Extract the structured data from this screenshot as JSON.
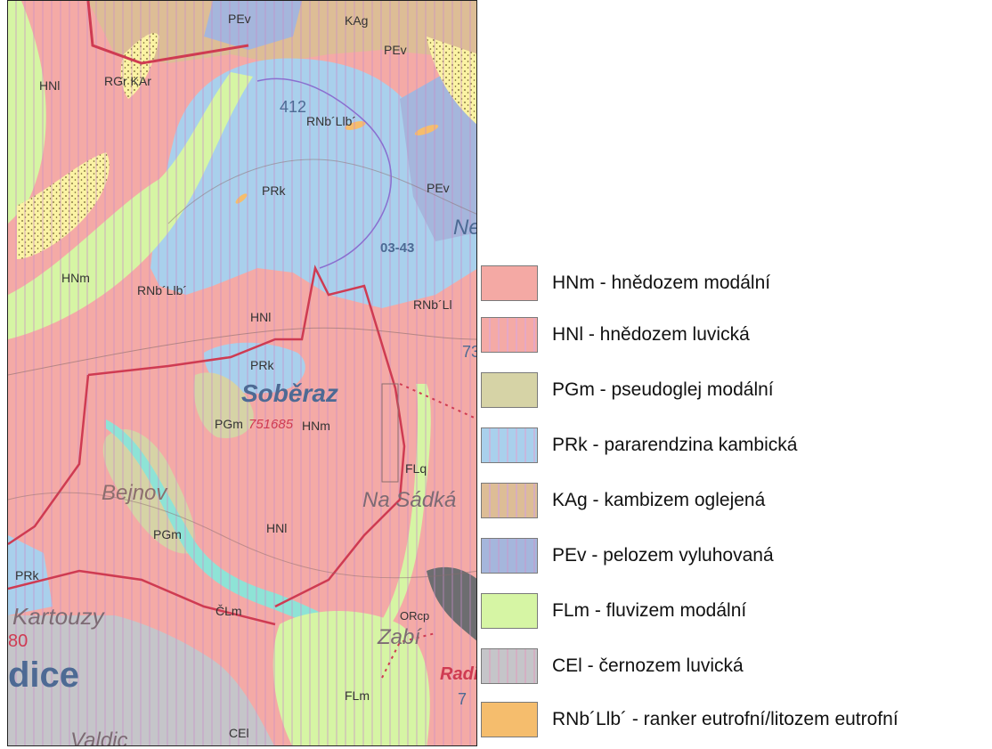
{
  "map": {
    "labels": {
      "pev_top": "PEv",
      "kag_top": "KAg",
      "pev_top2": "PEv",
      "hnl_nw": "HNl",
      "rg_kar": "RGr KAr",
      "num_412": "412",
      "rnb_llb_top": "RNb´Llb´",
      "prk_center": "PRk",
      "pev_east": "PEv",
      "ne_partial": "Ne",
      "num_0343": "03-43",
      "hnm_west": "HNm",
      "rnb_llb_west": "RNb´Llb´",
      "hnl_center": "HNl",
      "rnb_east": "RNb´Ll",
      "num_73": "73",
      "prk_soberaz": "PRk",
      "village_soberaz": "Soběraz",
      "pgm_center": "PGm",
      "num_751685": "751685",
      "hnm_center": "HNm",
      "flq": "FLq",
      "na_sadka": "Na Sádká",
      "village_bejnov": "Bejnov",
      "hnl_south": "HNl",
      "pgm_south": "PGm",
      "prk_west": "PRk",
      "kartouzy": "Kartouzy",
      "clm": "ČLm",
      "ok_rcp": "ORcp",
      "zabi": "Zabí",
      "rad": "Radi",
      "num_7": "7",
      "num_80": "80",
      "dice": "dice",
      "flm_south": "FLm",
      "cel_south": "CEl",
      "valdice": "Valdic"
    }
  },
  "legend": {
    "items": [
      {
        "code": "HNm",
        "label": "HNm - hnědozem modální",
        "color": "#f4a9a4"
      },
      {
        "code": "HNl",
        "label": "HNl - hnědozem luvická",
        "color": "#f4aaa6"
      },
      {
        "code": "PGm",
        "label": "PGm - pseudoglej modální",
        "color": "#d6d3a6"
      },
      {
        "code": "PRk",
        "label": "PRk - pararendzina kambická",
        "color": "#a9d0ec"
      },
      {
        "code": "KAg",
        "label": "KAg - kambizem oglejená",
        "color": "#ddbd96"
      },
      {
        "code": "PEv",
        "label": "PEv - pelozem vyluhovaná",
        "color": "#a5b6dc"
      },
      {
        "code": "FLm",
        "label": "FLm - fluvizem modální",
        "color": "#d6f5a4"
      },
      {
        "code": "CEl",
        "label": "CEl - černozem luvická",
        "color": "#c5c5c9"
      },
      {
        "code": "RNb´Llb´",
        "label": "RNb´Llb´ - ranker eutrofní/litozem eutrofní",
        "color": "#f5bd6d"
      }
    ]
  }
}
